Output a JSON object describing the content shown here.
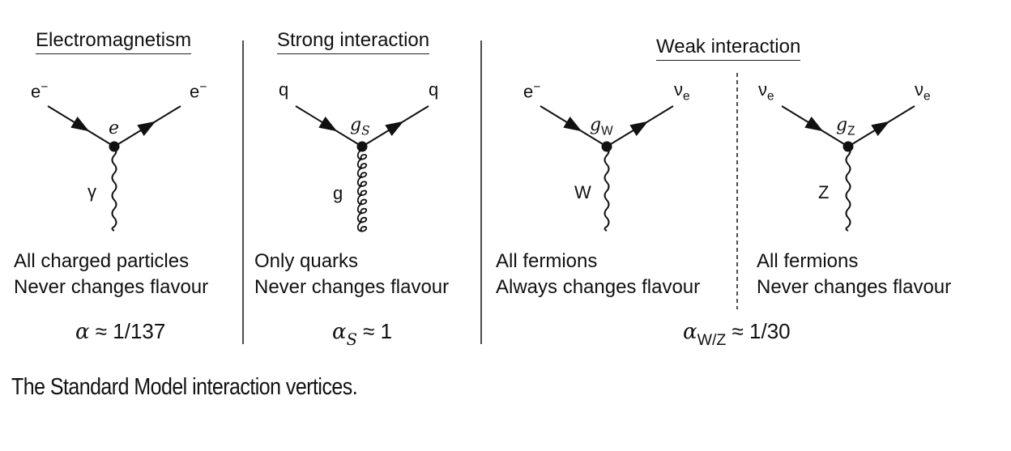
{
  "panels": {
    "em": {
      "title": "Electromagnetism",
      "in_particle": "e",
      "in_charge": "−",
      "out_particle": "e",
      "out_charge": "−",
      "coupling": "e",
      "boson": "γ",
      "line1": "All charged particles",
      "line2": "Never changes flavour",
      "alpha_symbol": "α",
      "alpha_sub": "",
      "alpha_value": "≈ 1/137"
    },
    "strong": {
      "title": "Strong interaction",
      "in_particle": "q",
      "out_particle": "q",
      "coupling": "g",
      "coupling_sub": "S",
      "boson": "g",
      "line1": "Only quarks",
      "line2": "Never changes flavour",
      "alpha_symbol": "α",
      "alpha_sub": "S",
      "alpha_value": "≈ 1"
    },
    "weak": {
      "title": "Weak interaction",
      "alpha_symbol": "α",
      "alpha_sub": "W/Z",
      "alpha_value": "≈ 1/30",
      "charged": {
        "in_particle": "e",
        "in_charge": "−",
        "out_particle": "ν",
        "out_sub": "e",
        "coupling": "g",
        "coupling_sub": "W",
        "boson": "W",
        "line1": "All fermions",
        "line2": "Always changes flavour"
      },
      "neutral": {
        "in_particle": "ν",
        "in_sub": "e",
        "out_particle": "ν",
        "out_sub": "e",
        "coupling": "g",
        "coupling_sub": "Z",
        "boson": "Z",
        "line1": "All fermions",
        "line2": "Never changes flavour"
      }
    }
  },
  "caption": "The Standard Model interaction vertices."
}
